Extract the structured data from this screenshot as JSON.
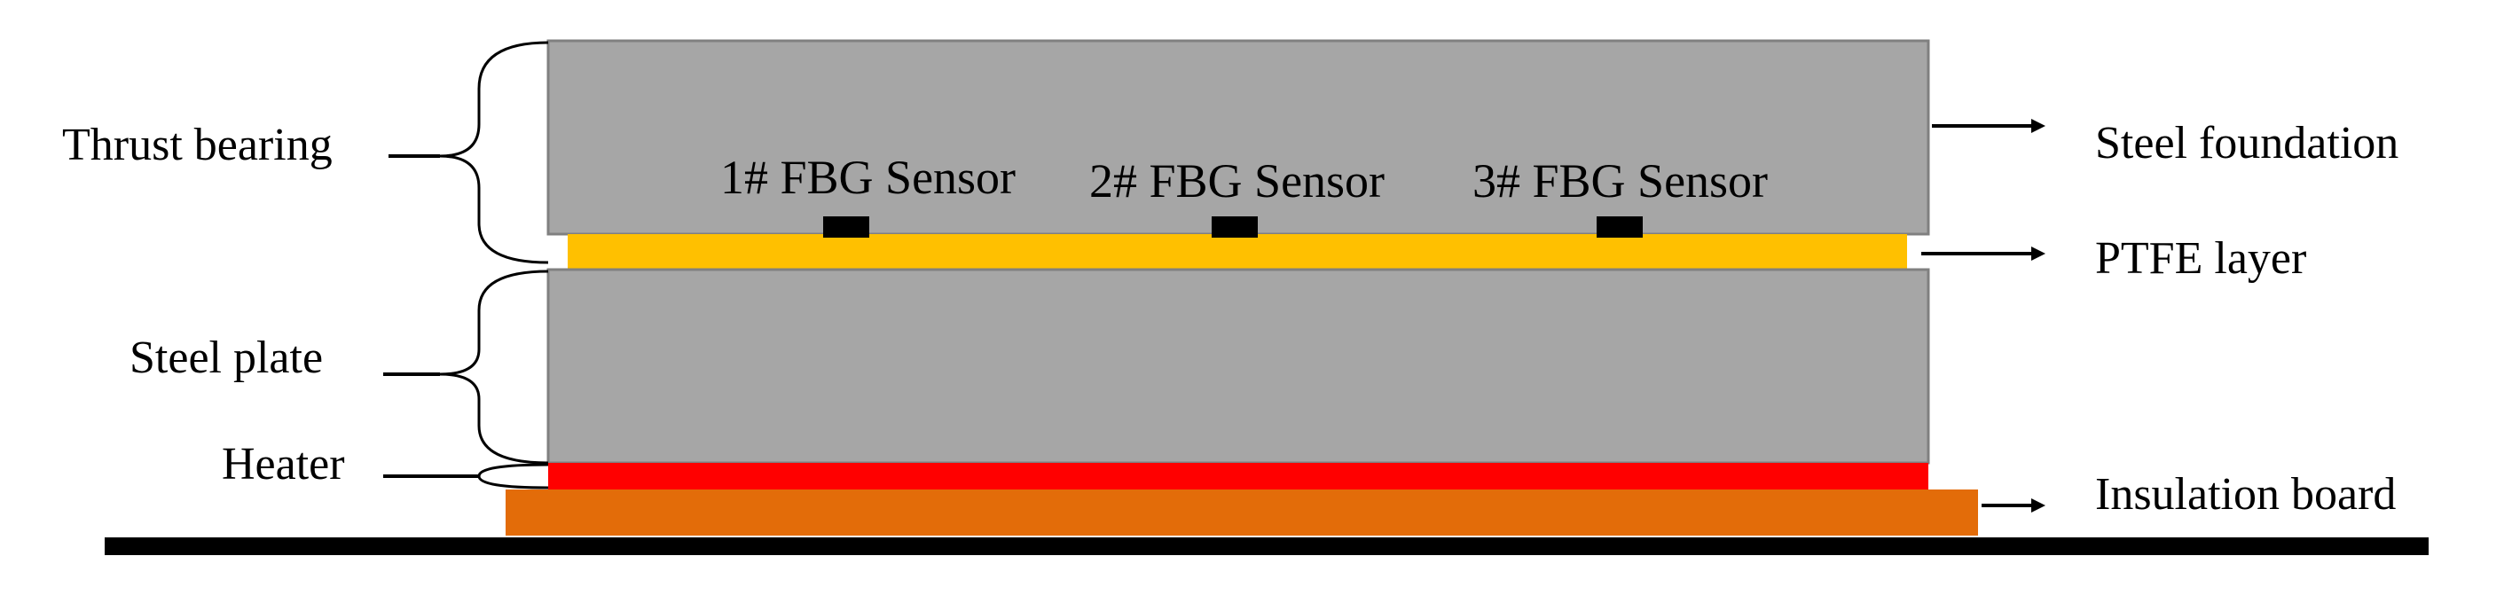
{
  "labels": {
    "thrust_bearing": "Thrust bearing",
    "steel_plate": "Steel plate",
    "heater": "Heater",
    "steel_foundation": "Steel foundation",
    "ptfe_layer": "PTFE layer",
    "insulation_board": "Insulation board"
  },
  "sensors": [
    {
      "label": "1# FBG Sensor"
    },
    {
      "label": "2# FBG Sensor"
    },
    {
      "label": "3# FBG Sensor"
    }
  ],
  "colors": {
    "steel": "#a6a6a6",
    "ptfe": "#ffc000",
    "heater": "#ff0000",
    "insulation": "#e36c09",
    "ground": "#000000",
    "sensor": "#000000"
  }
}
